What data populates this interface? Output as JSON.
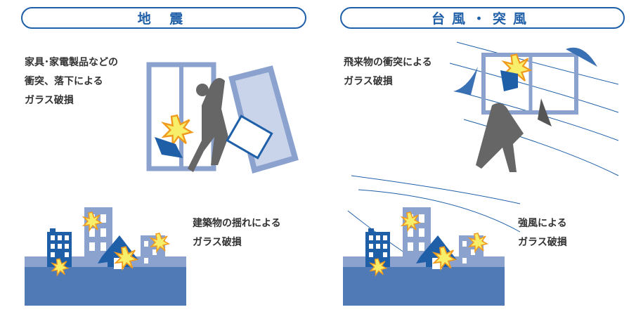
{
  "earthquake": {
    "title": "地 震",
    "caption1": [
      "家具･家電製品などの",
      "衝突、落下による",
      "ガラス破損"
    ],
    "caption2": [
      "建築物の揺れによる",
      "ガラス破損"
    ]
  },
  "typhoon": {
    "title": "台風・突風",
    "caption1": [
      "飛来物の衝突による",
      "ガラス破損"
    ],
    "caption2": [
      "強風による",
      "ガラス破損"
    ]
  },
  "colors": {
    "accent": "#1f5fa8",
    "light": "#8ba2cf",
    "ground": "#4f7ab5",
    "burst": "#f7ef6a"
  }
}
